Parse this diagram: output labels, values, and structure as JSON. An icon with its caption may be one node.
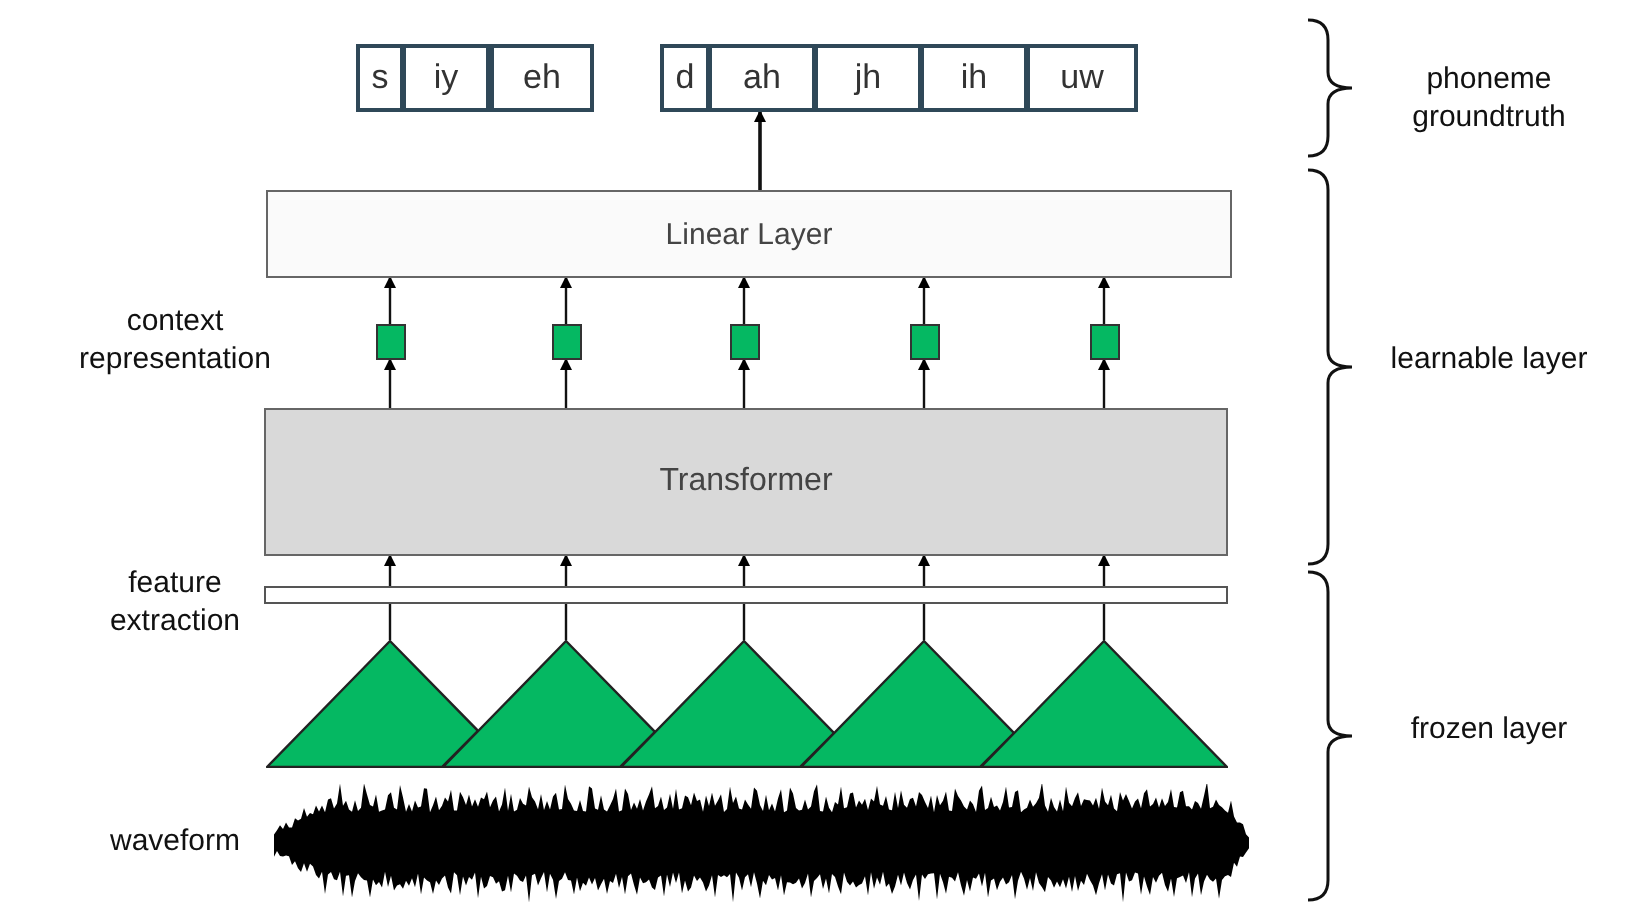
{
  "diagram": {
    "nodes": [
      {
        "text": [
          "s"
        ]
      },
      {
        "text": [
          "iy"
        ]
      },
      {
        "text": [
          "eh"
        ]
      },
      {
        "text": [
          "d"
        ]
      },
      {
        "text": [
          "ah"
        ]
      },
      {
        "text": [
          "jh"
        ]
      },
      {
        "text": [
          "ih"
        ]
      },
      {
        "text": [
          "uw"
        ]
      },
      {
        "text": [
          "Linear Layer"
        ]
      },
      {
        "text": [],
        "shape": "box"
      },
      {
        "text": [],
        "shape": "box"
      },
      {
        "text": [],
        "shape": "box"
      },
      {
        "text": [],
        "shape": "box"
      },
      {
        "text": [],
        "shape": "box"
      },
      {
        "text": [
          "Transformer"
        ]
      },
      {
        "text": [],
        "shape": "bar"
      },
      {
        "text": [],
        "shape": "triangle"
      },
      {
        "text": [],
        "shape": "triangle"
      },
      {
        "text": [],
        "shape": "triangle"
      },
      {
        "text": [],
        "shape": "triangle"
      },
      {
        "text": [],
        "shape": "triangle"
      }
    ],
    "edges": [
      {
        "from": 8,
        "to": 4,
        "arrow": "to"
      },
      {
        "from": 9,
        "to": 8,
        "arrow": "to"
      },
      {
        "from": 10,
        "to": 8,
        "arrow": "to"
      },
      {
        "from": 11,
        "to": 8,
        "arrow": "to"
      },
      {
        "from": 12,
        "to": 8,
        "arrow": "to"
      },
      {
        "from": 13,
        "to": 8,
        "arrow": "to"
      },
      {
        "from": 14,
        "to": 9,
        "arrow": "to"
      },
      {
        "from": 14,
        "to": 10,
        "arrow": "to"
      },
      {
        "from": 14,
        "to": 11,
        "arrow": "to"
      },
      {
        "from": 14,
        "to": 12,
        "arrow": "to"
      },
      {
        "from": 14,
        "to": 13,
        "arrow": "to"
      },
      {
        "from": 15,
        "to": 14,
        "arrow": "to"
      },
      {
        "from": 15,
        "to": 14,
        "arrow": "to"
      },
      {
        "from": 15,
        "to": 14,
        "arrow": "to"
      },
      {
        "from": 15,
        "to": 14,
        "arrow": "to"
      },
      {
        "from": 15,
        "to": 14,
        "arrow": "to"
      },
      {
        "from": 16,
        "to": 15,
        "arrow": "none"
      },
      {
        "from": 17,
        "to": 15,
        "arrow": "none"
      },
      {
        "from": 18,
        "to": 15,
        "arrow": "none"
      },
      {
        "from": 19,
        "to": 15,
        "arrow": "none"
      },
      {
        "from": 20,
        "to": 15,
        "arrow": "none"
      }
    ],
    "labels": [
      "phoneme groundtruth",
      "context representation",
      "learnable layer",
      "feature extraction",
      "frozen layer",
      "waveform"
    ]
  }
}
